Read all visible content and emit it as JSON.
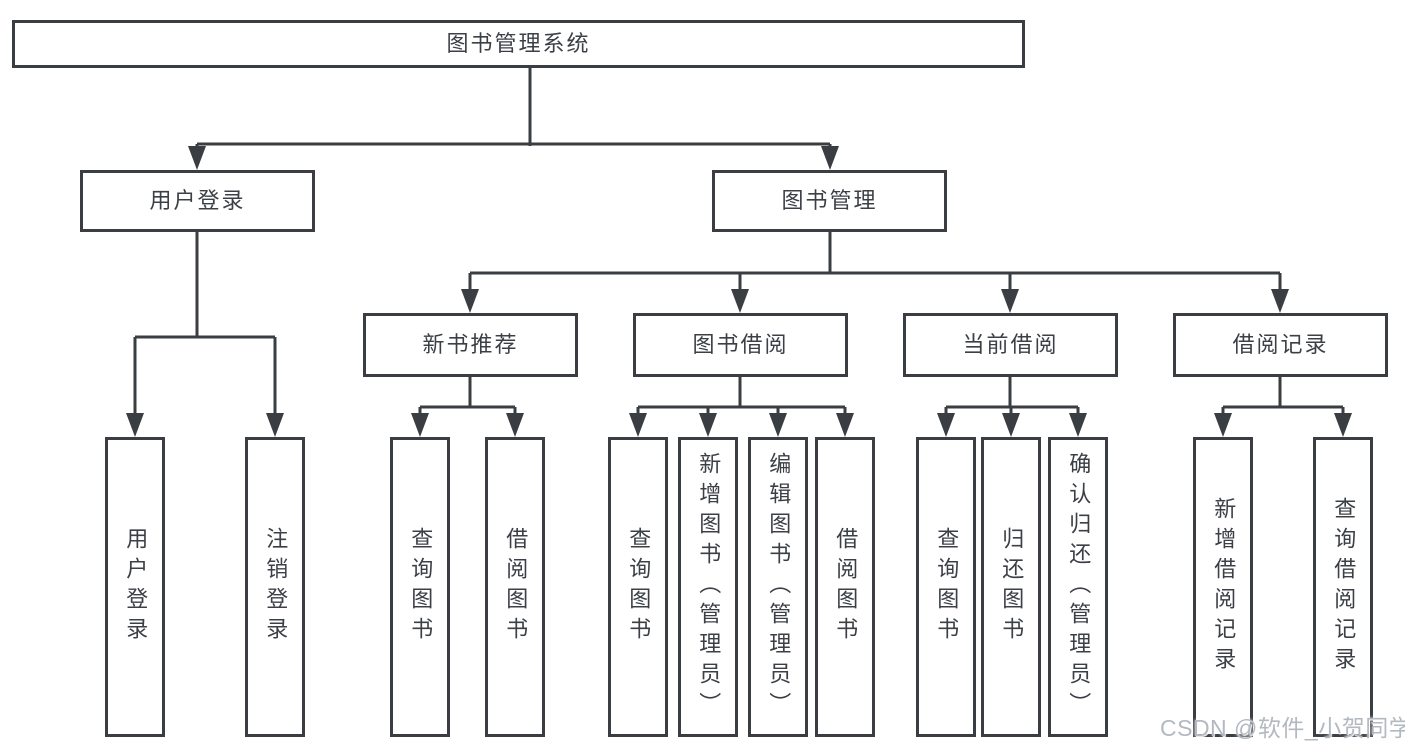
{
  "tree": {
    "root": {
      "label": "图书管理系统"
    },
    "branches": [
      {
        "label": "用户登录",
        "children": [
          {
            "label": "用户登录"
          },
          {
            "label": "注销登录"
          }
        ]
      },
      {
        "label": "图书管理",
        "children": [
          {
            "label": "新书推荐",
            "children": [
              {
                "label": "查询图书"
              },
              {
                "label": "借阅图书"
              }
            ]
          },
          {
            "label": "图书借阅",
            "children": [
              {
                "label": "查询图书"
              },
              {
                "label": "新增图书（管理员）"
              },
              {
                "label": "编辑图书（管理员）"
              },
              {
                "label": "借阅图书"
              }
            ]
          },
          {
            "label": "当前借阅",
            "children": [
              {
                "label": "查询图书"
              },
              {
                "label": "归还图书"
              },
              {
                "label": "确认归还（管理员）"
              }
            ]
          },
          {
            "label": "借阅记录",
            "children": [
              {
                "label": "新增借阅记录"
              },
              {
                "label": "查询借阅记录"
              }
            ]
          }
        ]
      }
    ]
  },
  "watermark": {
    "text": "CSDN @软件_小贺同学"
  },
  "colors": {
    "line": "#3a3d42",
    "text": "#3c4046",
    "watermark": "#b3b9c1",
    "background": "#ffffff"
  }
}
